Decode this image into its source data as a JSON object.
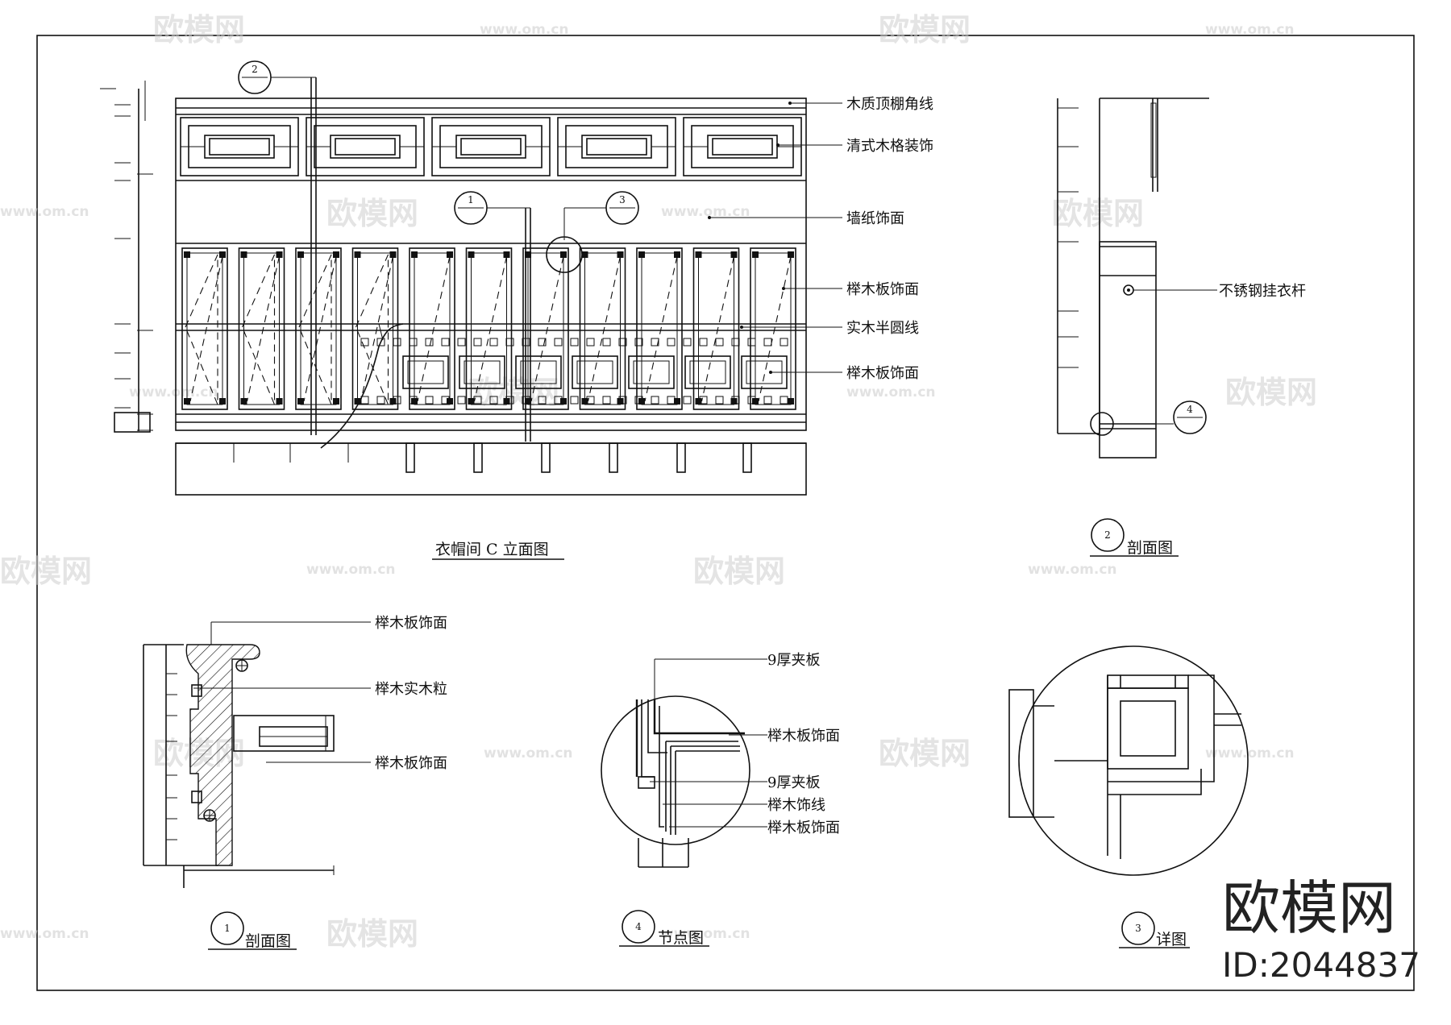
{
  "watermark": {
    "text": "欧模网",
    "url": "www.om.cn"
  },
  "elevation": {
    "title": "衣帽间 C 立面图",
    "labels": [
      "木质顶棚角线",
      "清式木格装饰",
      "墙纸饰面",
      "榉木板饰面",
      "实木半圆线",
      "榉木板饰面"
    ],
    "tags": [
      "2",
      "1",
      "3"
    ]
  },
  "section2": {
    "title": "剖面图",
    "tag": "2",
    "label": "不锈钢挂衣杆",
    "detail_tag": "4"
  },
  "section1": {
    "title": "剖面图",
    "tag": "1",
    "labels": [
      "榉木板饰面",
      "榉木实木粒",
      "榉木板饰面"
    ]
  },
  "node4": {
    "title": "节点图",
    "tag": "4",
    "labels": [
      "9厚夹板",
      "榉木板饰面",
      "9厚夹板",
      "榉木饰线",
      "榉木板饰面"
    ]
  },
  "detail3": {
    "title": "详图",
    "tag": "3"
  },
  "brand": {
    "name": "欧模网",
    "id": "ID:2044837"
  }
}
